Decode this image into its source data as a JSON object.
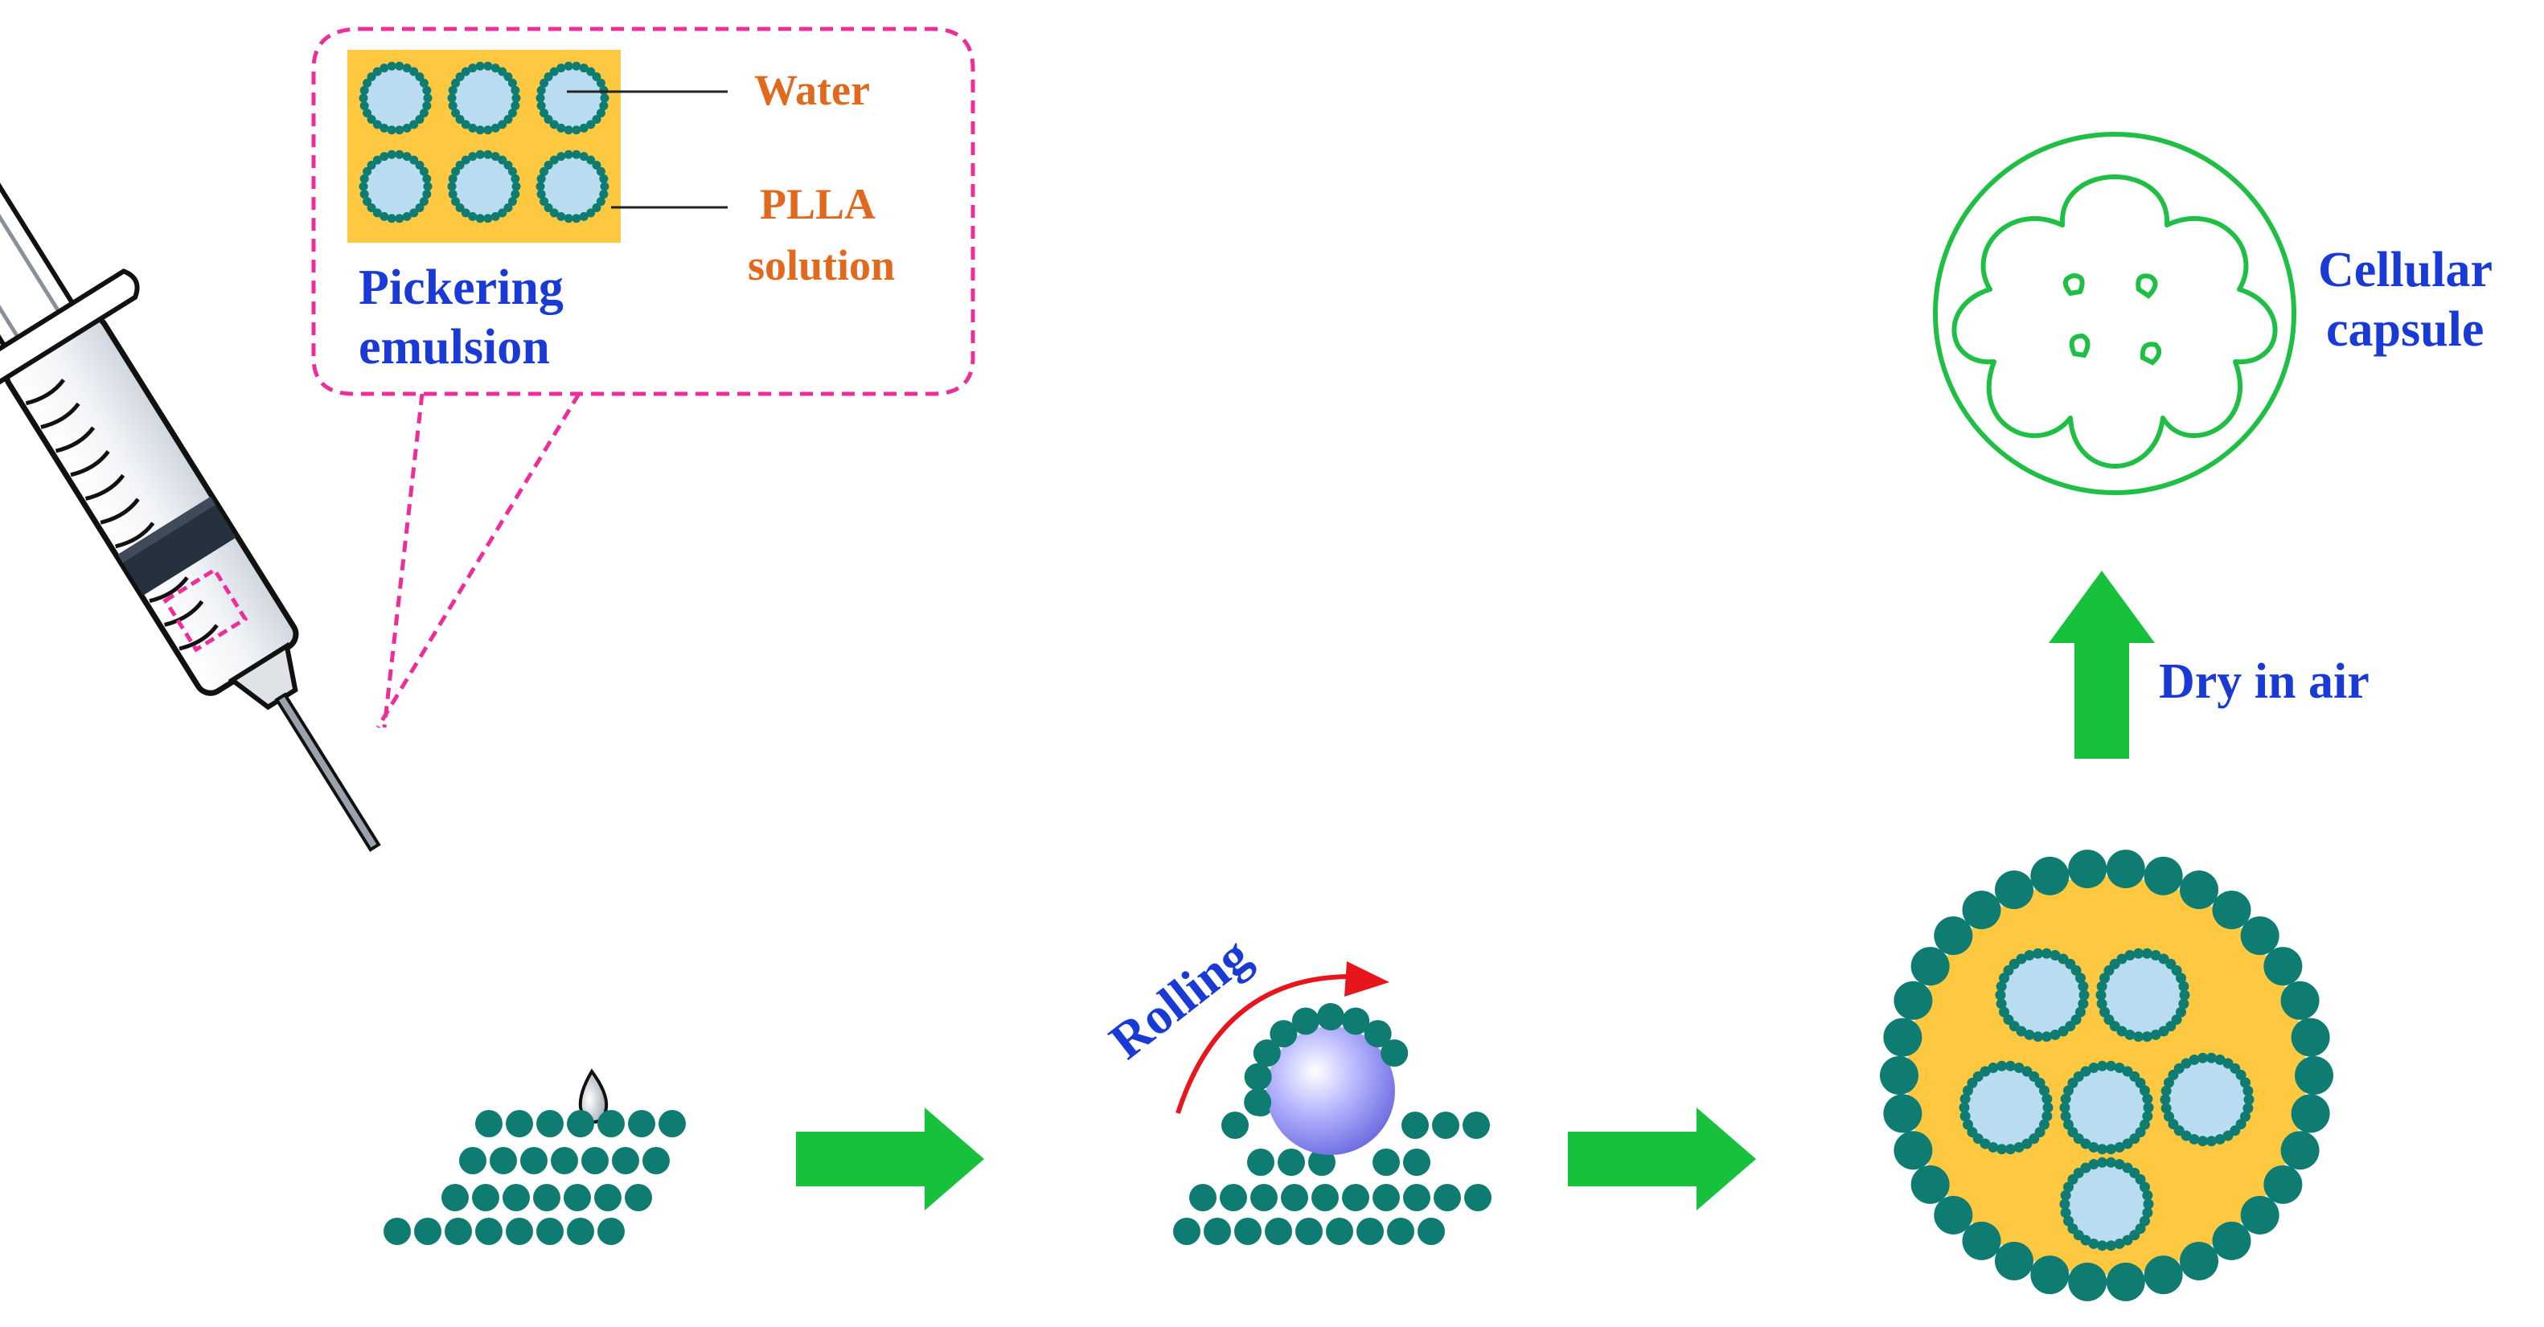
{
  "labels": {
    "water": "Water",
    "plla_line1": "PLLA",
    "plla_line2": "solution",
    "pickering_line1": "Pickering",
    "pickering_line2": "emulsion",
    "rolling": "Rolling",
    "dry": "Dry in air",
    "cellular_line1": "Cellular",
    "cellular_line2": "capsule"
  },
  "colors": {
    "particle": "#0f7c72",
    "droplet_fill": "#b9dcf0",
    "matrix": "#ffc841",
    "callout_border": "#ee2d9a",
    "process_arrow": "#16c13c",
    "rolling_arrow": "#e6161c",
    "capsule": "#1fbf46",
    "text_blue": "#1a3ad6",
    "text_orange": "#e0691e"
  },
  "icons": {
    "syringe": "syringe-icon",
    "droplet": "droplet-icon",
    "rolling_sphere": "sphere-icon"
  }
}
